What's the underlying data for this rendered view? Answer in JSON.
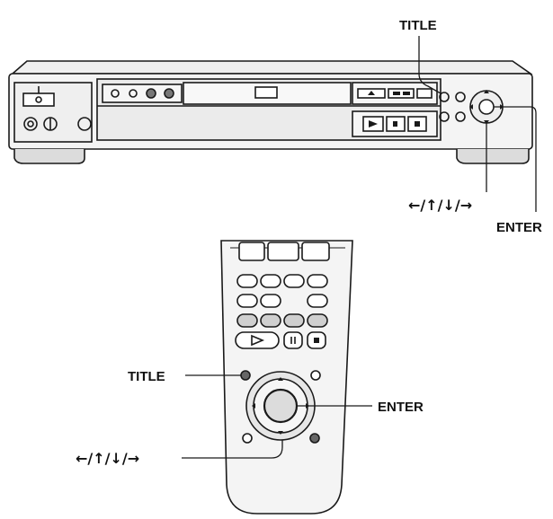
{
  "labels": {
    "player_title": "TITLE",
    "player_arrows": "←/↑/↓/→",
    "player_enter": "ENTER",
    "remote_title": "TITLE",
    "remote_enter": "ENTER",
    "remote_arrows": "←/↑/↓/→"
  },
  "colors": {
    "line": "#1a1a1a",
    "body_fill": "#f2f2f2",
    "button_fill": "#e0e0e0",
    "panel_fill": "#d8d8d8",
    "dark_button": "#555555"
  },
  "icons": {
    "play": "play-triangle-icon",
    "pause": "pause-icon",
    "stop": "stop-square-icon",
    "eject": "eject-icon",
    "power": "power-icon"
  }
}
